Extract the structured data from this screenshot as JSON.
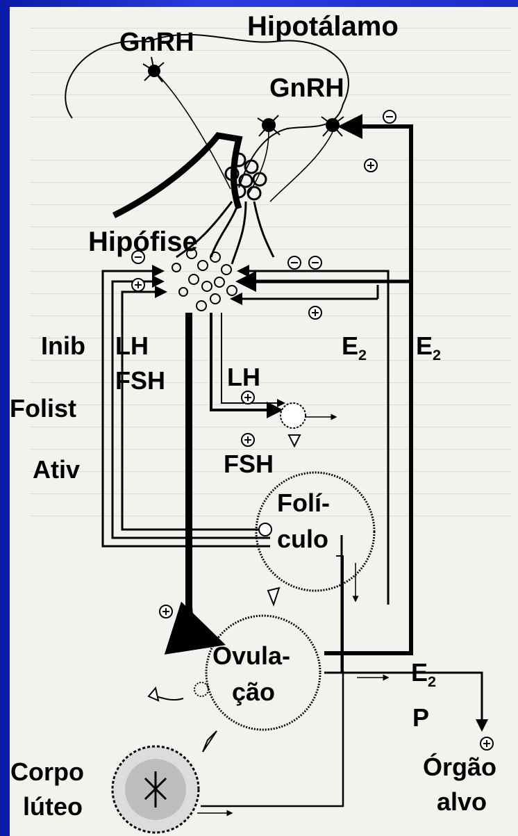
{
  "diagram": {
    "labels": {
      "hipotalamo": "Hipotálamo",
      "gnrh_1": "GnRH",
      "gnrh_2": "GnRH",
      "hipofise": "Hipófise",
      "inib": "Inib",
      "lh_1": "LH",
      "fsh_1": "FSH",
      "lh_2": "LH",
      "fsh_2": "FSH",
      "e2_1": "E",
      "e2_2": "E",
      "e2_3": "E",
      "e2_sub": "2",
      "p": "P",
      "folist": "Folist",
      "ativ": "Ativ",
      "foliculo_1": "Folí-",
      "foliculo_2": "culo",
      "ovulacao_1": "Ovula-",
      "ovulacao_2": "ção",
      "corpo_luteo_1": "Corpo",
      "corpo_luteo_2": "lúteo",
      "orgao_alvo_1": "Órgão",
      "orgao_alvo_2": "alvo"
    },
    "colors": {
      "frame": "#1a2cc8",
      "paper": "#f3f2ee",
      "ink": "#000000"
    }
  }
}
